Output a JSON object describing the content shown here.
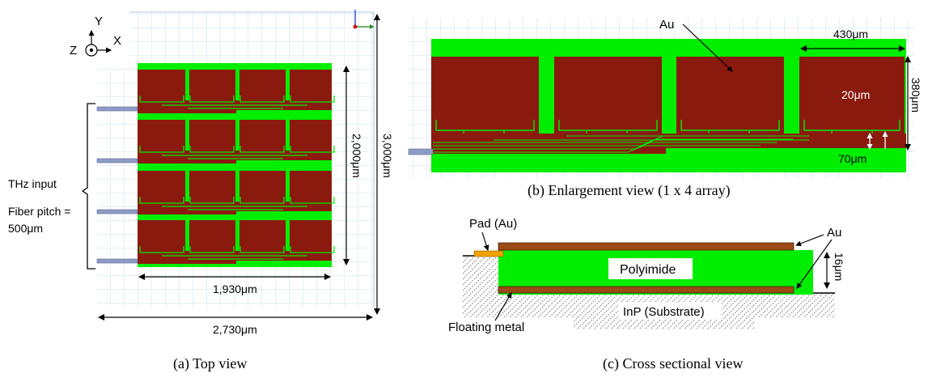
{
  "panel_a": {
    "axis_y": "Y",
    "axis_z": "Z",
    "axis_x": "X",
    "label_2000": "2,000μm",
    "label_3000": "3,000μm",
    "label_1930": "1,930μm",
    "label_2730": "2,730μm",
    "thz_input": "THz input",
    "fiber_pitch_1": "Fiber pitch =",
    "fiber_pitch_2": "500μm",
    "caption": "(a) Top view"
  },
  "panel_b": {
    "au": "Au",
    "label_430": "430μm",
    "label_380": "380μm",
    "label_20": "20μm",
    "label_70": "70μm",
    "caption": "(b) Enlargement view (1 x 4 array)"
  },
  "panel_c": {
    "pad": "Pad (Au)",
    "au": "Au",
    "polyimide": "Polyimide",
    "label_16": "16μm",
    "inp": "InP (Substrate)",
    "floating_metal": "Floating metal",
    "caption": "(c) Cross sectional view"
  },
  "colors": {
    "green": "#00ee00",
    "gold": "#8b1a0e",
    "fiber": "#8e9cc4",
    "grid": "#c9e2ee",
    "pad": "#f2a100"
  }
}
